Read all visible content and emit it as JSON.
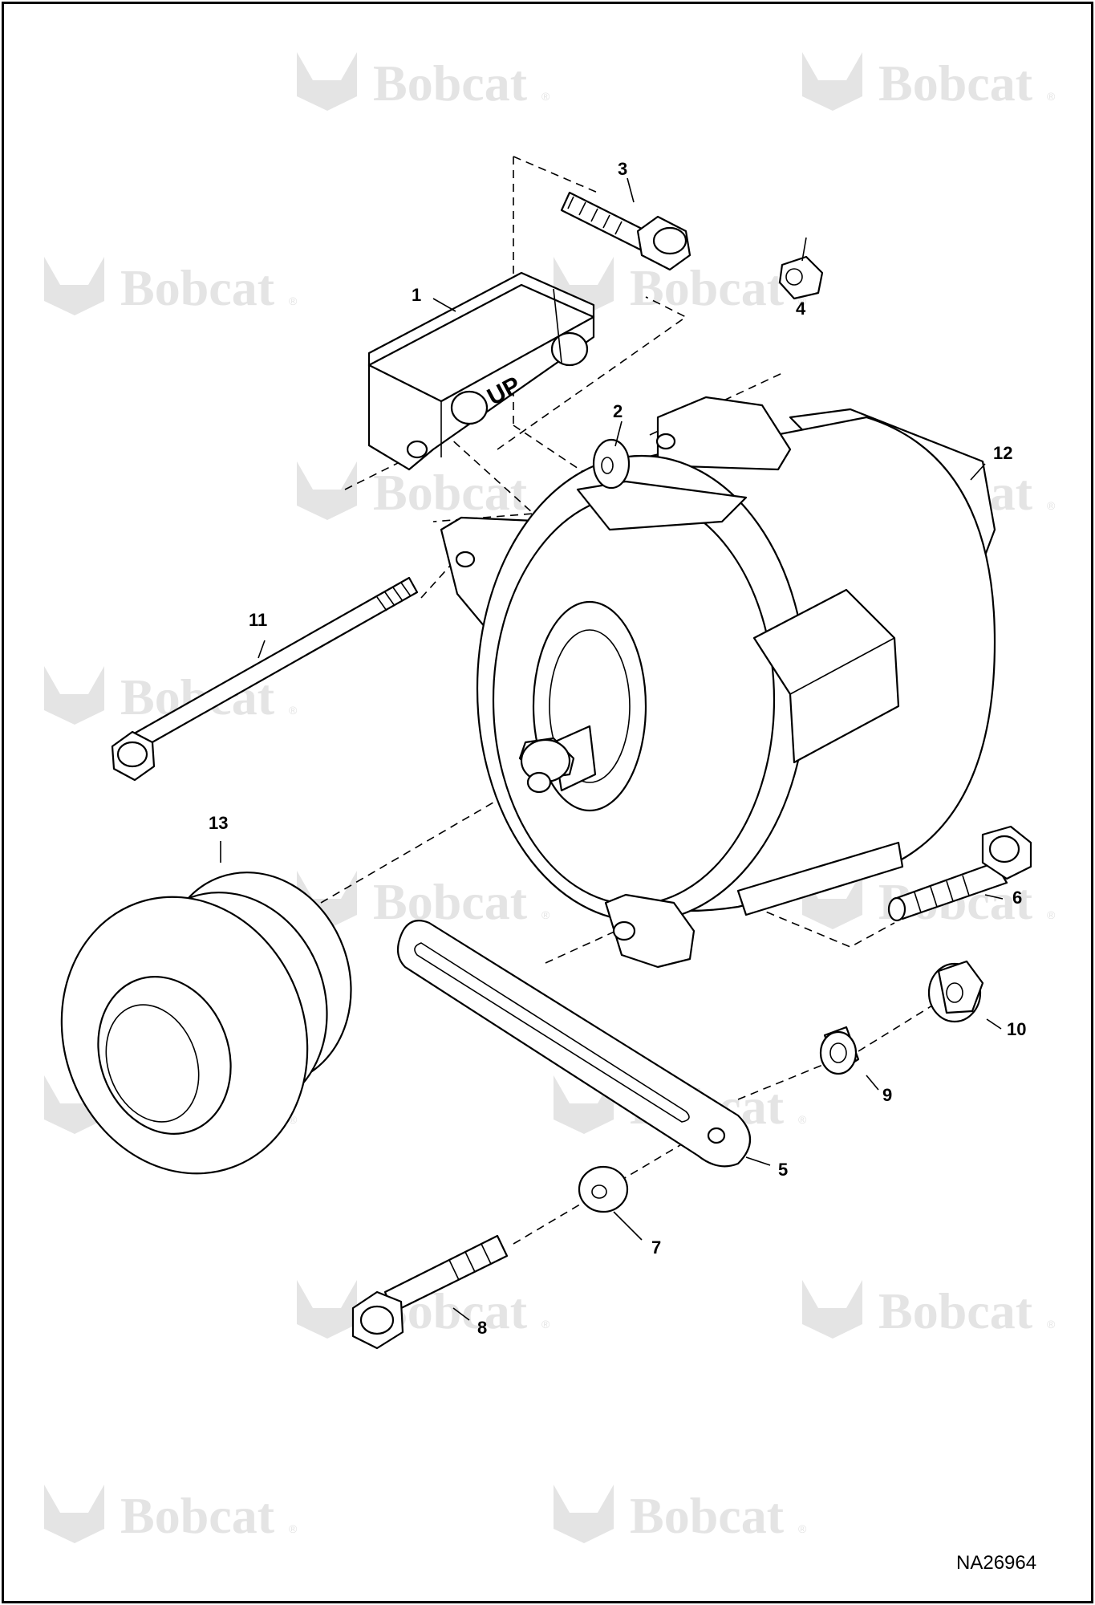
{
  "watermark": {
    "brand": "Bobcat",
    "mark": "®"
  },
  "drawing_ref": "NA26964",
  "bracket_marking": "UP",
  "callouts": [
    {
      "id": "1",
      "label": "1"
    },
    {
      "id": "2",
      "label": "2"
    },
    {
      "id": "3",
      "label": "3"
    },
    {
      "id": "4",
      "label": "4"
    },
    {
      "id": "5",
      "label": "5"
    },
    {
      "id": "6",
      "label": "6"
    },
    {
      "id": "7",
      "label": "7"
    },
    {
      "id": "8",
      "label": "8"
    },
    {
      "id": "9",
      "label": "9"
    },
    {
      "id": "10",
      "label": "10"
    },
    {
      "id": "11",
      "label": "11"
    },
    {
      "id": "12",
      "label": "12"
    },
    {
      "id": "13",
      "label": "13"
    }
  ]
}
